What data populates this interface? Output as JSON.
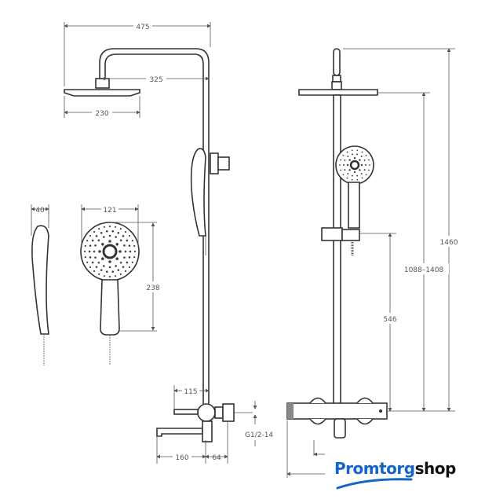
{
  "dimensions": {
    "width_total": "475",
    "arm_length": "325",
    "head_diameter": "230",
    "handshower_thickness": "40",
    "handshower_width": "121",
    "handshower_length": "238",
    "spout_offset": "115",
    "connection_thread": "G1/2-14",
    "spout_length": "160",
    "body_depth": "64",
    "total_height": "1460",
    "adjustable_height": "1088–1408",
    "holder_height": "546"
  },
  "logo": {
    "part1": "Promtorg",
    "part2": "shop"
  },
  "colors": {
    "brand_blue": "#1565c8",
    "line": "#333333"
  }
}
